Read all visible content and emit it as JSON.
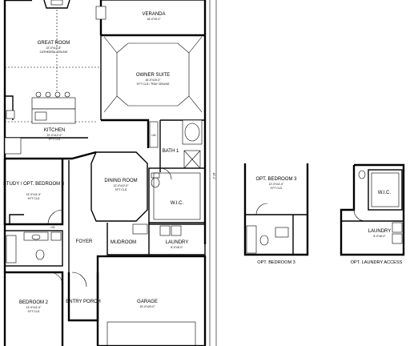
{
  "rooms": {
    "veranda": {
      "name": "VERANDA",
      "dims": "18'-0\"x9'-0\""
    },
    "great_room": {
      "name": "GREAT ROOM",
      "dims": "22'-0\"x17'-8\"",
      "note": "CATHEDRAL CEILING"
    },
    "owner_suite": {
      "name": "OWNER SUITE",
      "dims": "16'-0\"x15'-0\"",
      "note": "9 FT CLG / TRAY CEILING"
    },
    "kitchen": {
      "name": "KITCHEN",
      "dims": "22'-0\"x12'-0\"",
      "note": "9 FT CLG"
    },
    "bath1": {
      "name": "BATH 1"
    },
    "linen": {
      "name": "LIN"
    },
    "dining_room": {
      "name": "DINING ROOM",
      "dims": "12'-0\"x12'-0\"",
      "note": "9 FT CLG"
    },
    "study": {
      "name": "STUDY / OPT. BEDROOM 3",
      "dims": "12'-0\"x11'-0\"",
      "note": "9 FT CLG"
    },
    "wic": {
      "name": "W.I.C."
    },
    "mudroom": {
      "name": "MUDROOM"
    },
    "laundry": {
      "name": "LAUNDRY",
      "dims": "8'-0\"x6'-0\""
    },
    "foyer": {
      "name": "FOYER"
    },
    "entry_porch": {
      "name": "ENTRY PORCH"
    },
    "garage": {
      "name": "GARAGE",
      "dims": "19'-0\"x20'-0\""
    },
    "bedroom2": {
      "name": "BEDROOM 2",
      "dims": "12'-0\"x11'-0\"",
      "note": "9 FT CLG"
    },
    "linen2": {
      "name": "LIN"
    }
  },
  "opt_bedroom": {
    "name": "OPT. BEDROOM 3",
    "dims": "12'-0\"x11'-0\"",
    "note": "9 FT CLG",
    "caption": "OPT. BEDROOM 3"
  },
  "opt_laundry": {
    "wic": "W.I.C.",
    "laundry": "LAUNDRY",
    "dims": "8'-0\"x6'-0\"",
    "caption": "OPT. LAUNDRY ACCESS"
  },
  "dimension_overall": "42'-0\""
}
